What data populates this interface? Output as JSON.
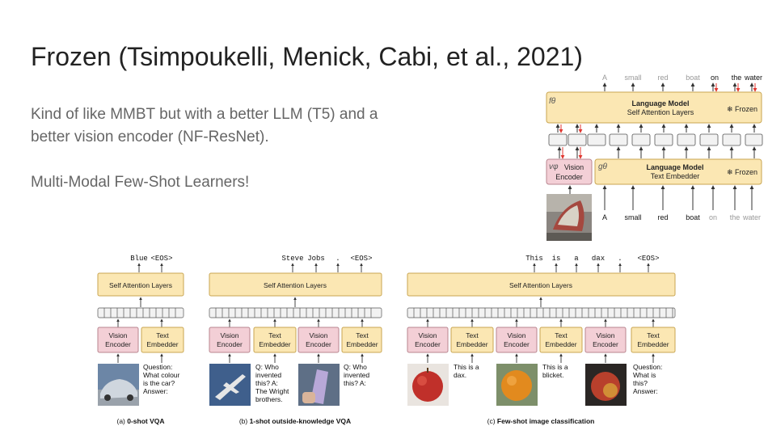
{
  "slide": {
    "title": "Frozen (Tsimpoukelli, Menick, Cabi, et al., 2021)",
    "bullet_1_line_1": "Kind of like MMBT but with a better LLM (T5) and a",
    "bullet_1_line_2": "better vision encoder (NF-ResNet).",
    "bullet_2": "Multi-Modal Few-Shot Learners!"
  },
  "arch": {
    "output_tokens": [
      "A",
      "small",
      "red",
      "boat",
      "on",
      "the",
      "water"
    ],
    "input_tokens": [
      "A",
      "small",
      "red",
      "boat",
      "on",
      "the",
      "water"
    ],
    "lm_title": "Language Model",
    "lm_subtitle": "Self Attention Layers",
    "lm_symbol": "fθ",
    "frozen_label": "❄ Frozen",
    "emb_title": "Language Model",
    "emb_subtitle": "Text Embedder",
    "emb_symbol": "gθ",
    "vision_symbol": "vφ",
    "vision_label_1": "Vision",
    "vision_label_2": "Encoder"
  },
  "panels": {
    "sa_label": "Self Attention Layers",
    "vision_1": "Vision",
    "vision_2": "Encoder",
    "text_1": "Text",
    "text_2": "Embedder",
    "a": {
      "outputs": [
        "Blue",
        "<EOS>"
      ],
      "prompt": [
        "Question:",
        "What colour",
        "is the car?",
        "Answer:"
      ],
      "caption_prefix": "(a) ",
      "caption_bold": "0-shot VQA"
    },
    "b": {
      "outputs": [
        "Steve",
        "Jobs",
        ".",
        "<EOS>"
      ],
      "prompt_1": [
        "Q: Who",
        "invented",
        "this? A:",
        "The Wright",
        "brothers."
      ],
      "prompt_2": [
        "Q: Who",
        "invented",
        "this? A:"
      ],
      "caption_prefix": "(b) ",
      "caption_bold": "1-shot outside-knowledge VQA"
    },
    "c": {
      "outputs": [
        "This",
        "is",
        "a",
        "dax",
        ".",
        "<EOS>"
      ],
      "prompt_1": [
        "This is a",
        "dax."
      ],
      "prompt_2": [
        "This is a",
        "blicket."
      ],
      "prompt_3": [
        "Question:",
        "What is",
        "this?",
        "Answer:"
      ],
      "caption_prefix": "(c) ",
      "caption_bold": "Few-shot image classification"
    }
  },
  "colors": {
    "yellow": "#fbe7b3",
    "yellow_border": "#c9a652",
    "pink": "#f3cfd6",
    "pink_border": "#b9858f",
    "red_arrow": "#e0362f"
  }
}
